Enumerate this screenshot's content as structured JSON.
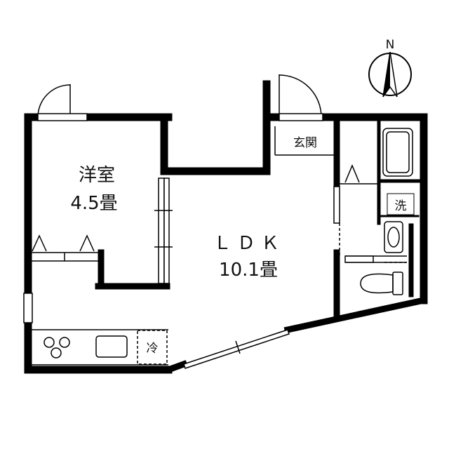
{
  "compass": {
    "label": "N"
  },
  "rooms": {
    "western_room": {
      "name": "洋室",
      "size": "4.5畳"
    },
    "ldk": {
      "name": "ＬＤＫ",
      "size": "10.1畳"
    },
    "entrance": {
      "name": "玄関"
    },
    "washroom": {
      "name": "洗"
    },
    "refrigerator": {
      "name": "冷"
    }
  }
}
